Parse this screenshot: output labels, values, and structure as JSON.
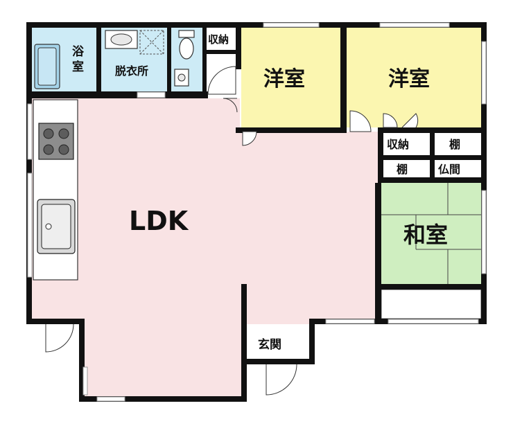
{
  "rooms": {
    "bath": "浴室",
    "dressing": "脱衣所",
    "storage_top": "収納",
    "western_1": "洋室",
    "western_2": "洋室",
    "storage_right": "収納",
    "shelf_1": "棚",
    "shelf_2": "棚",
    "butsuma": "仏間",
    "japanese": "和室",
    "ldk": "LDK",
    "entrance": "玄関"
  },
  "colors": {
    "ldk": "#f9e3e4",
    "western": "#fbf6b0",
    "japanese": "#cfeec0",
    "wet": "#cdebf6",
    "wall": "#111111",
    "window": "#b8b8b8"
  },
  "icons": [
    "bathtub-icon",
    "washbasin-icon",
    "toilet-icon",
    "stove-icon",
    "sink-icon",
    "door-swing-icon",
    "window-icon"
  ]
}
